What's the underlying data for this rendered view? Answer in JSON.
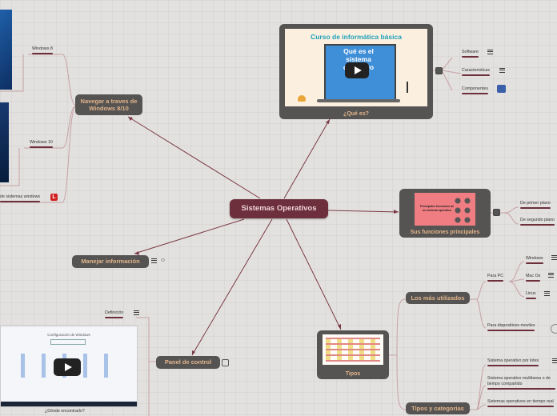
{
  "central": "Sistemas Operativos",
  "branches": {
    "navegar": "Navegar a traves de Windows 8/10",
    "manejar": "Manejar información",
    "panel": "Panel de control",
    "que_es": "¿Qué es?",
    "funciones": "Sus funciones principales",
    "tipos": "Tipos"
  },
  "navegar_children": [
    "Windows 8",
    "Windows 10",
    "de sistemas windows"
  ],
  "que_es_card": {
    "title": "Curso de informática básica",
    "sign": "Qué es el sistema operativo"
  },
  "que_es_children": [
    "Software",
    "Caracteristicas",
    "Componentes"
  ],
  "funciones_card_text": "Principales funciones de un sistema operativo",
  "funciones_children": [
    "De primer plano",
    "De segundo plano"
  ],
  "tipos_children": {
    "mas_utilizados": "Los más utilizados",
    "para_pc": "Para PC",
    "pc_items": [
      "Windows",
      "Mac Os",
      "Linux"
    ],
    "moviles": "Para dispositivos moviles",
    "tipos_categorias": "Tipos y categorias",
    "cat_items": [
      "Sistema operativo por lotes",
      "Sistema operativo multitarea o de tiempo compartido",
      "Sistemas operativos en tiempo real"
    ]
  },
  "panel_children": {
    "definicion": "Definición",
    "donde": "¿Dónde encontrarlo?",
    "video_title": "Configuración de Windows"
  },
  "colors": {
    "link": "#7a3a45",
    "branch_bg": "#555453",
    "branch_text": "#e2b489",
    "central_bg": "#6c2f3b",
    "underline": "#6c2f3b"
  }
}
